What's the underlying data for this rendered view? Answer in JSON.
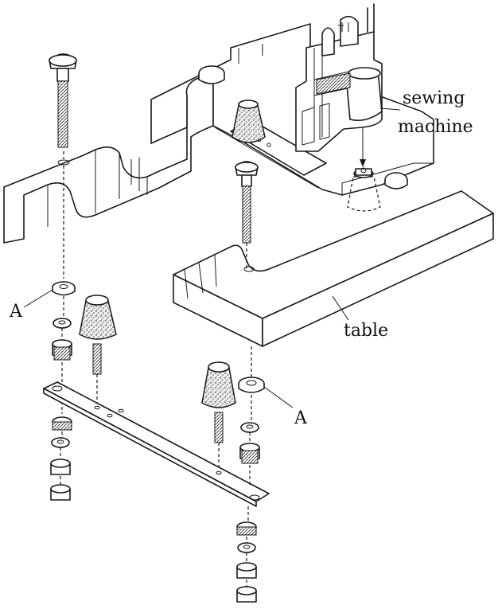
{
  "labels": {
    "sewing_machine_line1": "sewing",
    "sewing_machine_line2": "machine",
    "table": "table",
    "part_a_left": "A",
    "part_a_right": "A"
  },
  "colors": {
    "ink": "#1a1a1a",
    "paper": "#ffffff"
  }
}
